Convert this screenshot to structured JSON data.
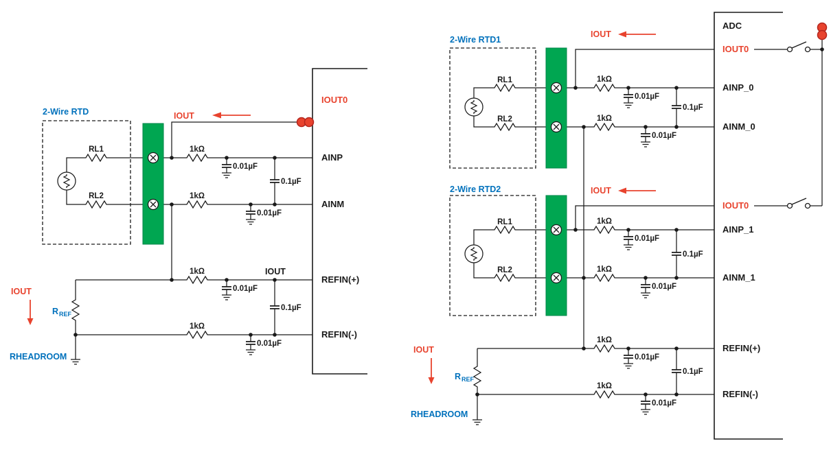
{
  "colors": {
    "wire": "#1A1A1A",
    "accent_red": "#E8432E",
    "accent_blue": "#0071BC",
    "terminal_green": "#00A651",
    "background": "#FFFFFF"
  },
  "shared": {
    "iout": "IOUT",
    "res_1k": "1kΩ",
    "cap_001": "0.01µF",
    "cap_01": "0.1µF",
    "rl1": "RL1",
    "rl2": "RL2",
    "rref_base": "R",
    "rref_sub": "REF",
    "rheadroom": "RHEADROOM"
  },
  "left_circuit": {
    "title": "2-Wire RTD",
    "iout_return_label": "IOUT",
    "pins": {
      "iout0": "IOUT0",
      "ainp": "AINP",
      "ainm": "AINM",
      "refin_p": "REFIN(+)",
      "refin_m": "REFIN(-)"
    }
  },
  "right_circuit": {
    "adc_label": "ADC",
    "rtd1_title": "2-Wire RTD1",
    "rtd2_title": "2-Wire RTD2",
    "pins": {
      "iout0_ch0": "IOUT0",
      "ainp_0": "AINP_0",
      "ainm_0": "AINM_0",
      "iout0_ch1": "IOUT0",
      "ainp_1": "AINP_1",
      "ainm_1": "AINM_1",
      "refin_p": "REFIN(+)",
      "refin_m": "REFIN(-)"
    }
  }
}
